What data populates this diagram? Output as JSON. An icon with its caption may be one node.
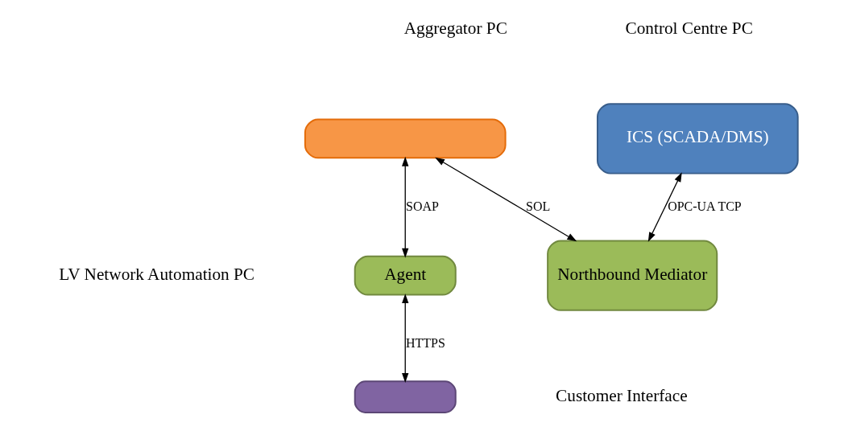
{
  "diagram": {
    "nodes": [
      {
        "text": [],
        "shape": "box"
      },
      {
        "text": [
          "ICS (SCADA/DMS)"
        ]
      },
      {
        "text": [
          "Agent"
        ]
      },
      {
        "text": [
          "Northbound Mediator"
        ]
      },
      {
        "text": [],
        "shape": "box"
      }
    ],
    "edges": [
      {
        "from": 0,
        "to": 2,
        "arrow": "both",
        "label": "SOAP"
      },
      {
        "from": 0,
        "to": 3,
        "arrow": "both",
        "label": "SOL"
      },
      {
        "from": 1,
        "to": 3,
        "arrow": "both",
        "label": "OPC-UA TCP"
      },
      {
        "from": 2,
        "to": 4,
        "arrow": "both",
        "label": "HTTPS"
      }
    ],
    "labels": [
      "Aggregator PC",
      "Control Centre PC",
      "LV Network Automation PC",
      "Customer Interface"
    ]
  }
}
